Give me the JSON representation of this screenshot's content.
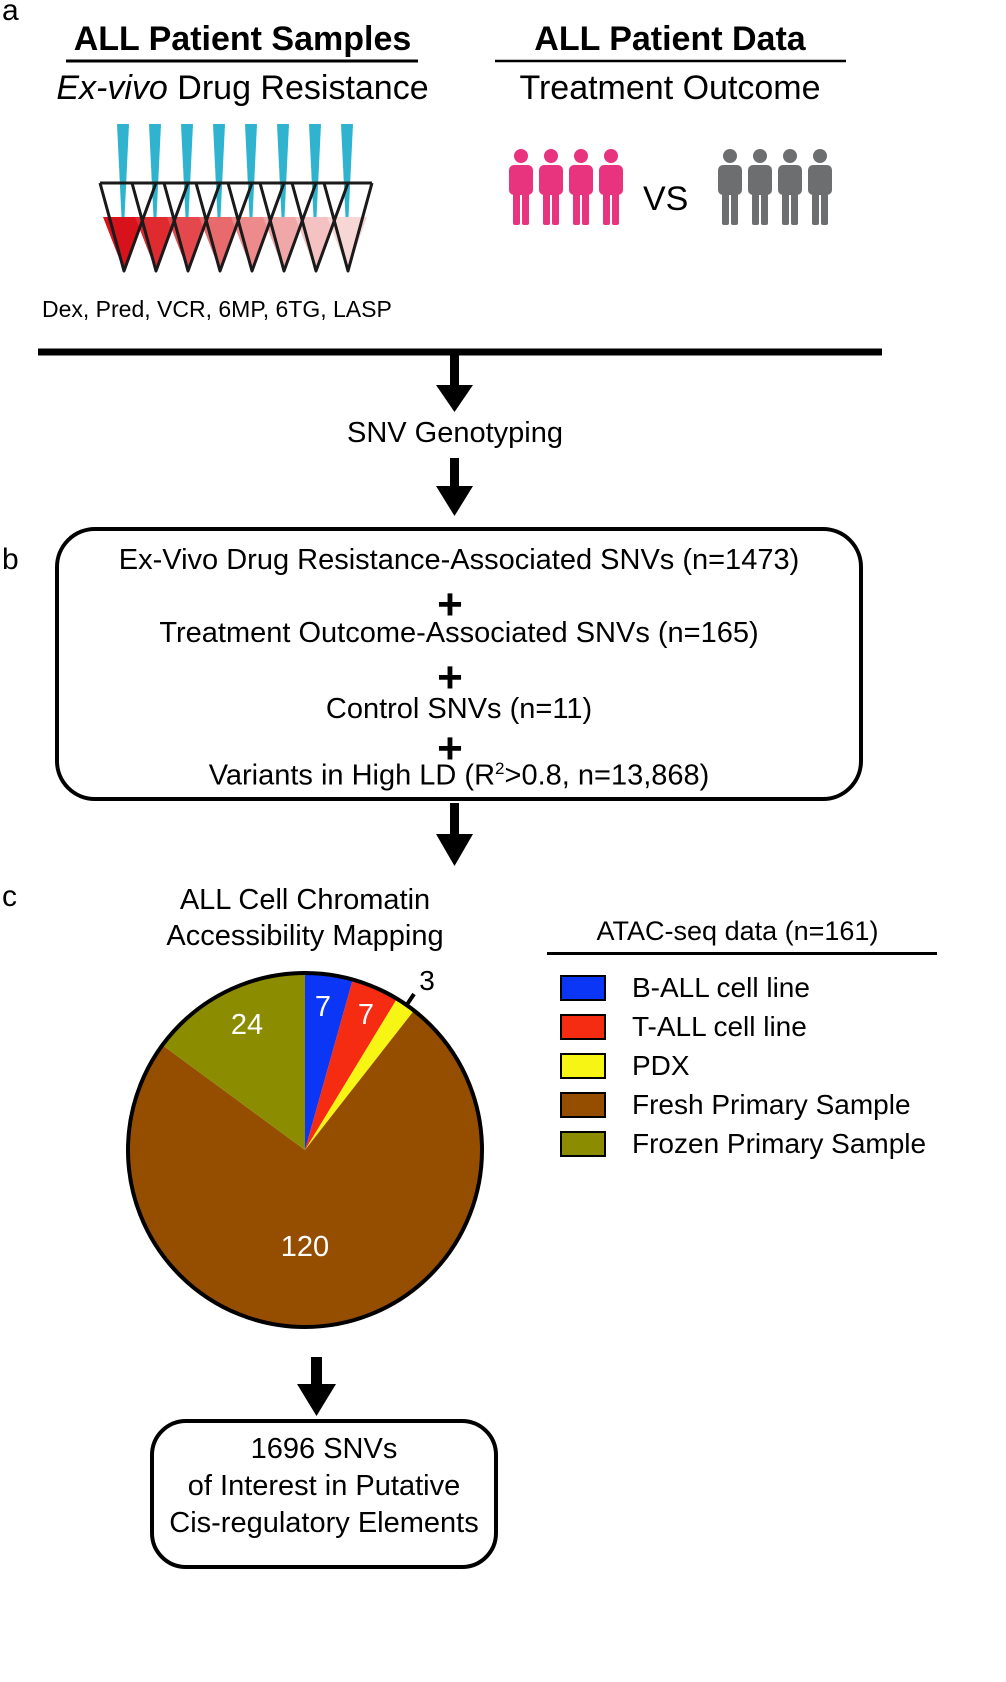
{
  "panels": {
    "a": "a",
    "b": "b",
    "c": "c"
  },
  "section_a": {
    "left_title": "ALL Patient Samples",
    "left_subtitle_italic": "Ex-vivo",
    "left_subtitle_rest": " Drug Resistance",
    "drugs": "Dex, Pred, VCR, 6MP, 6TG, LASP",
    "right_title": "ALL Patient Data",
    "right_subtitle": "Treatment Outcome",
    "vs": "VS",
    "group_colors": {
      "group1": "#e8337f",
      "group2": "#6d6e70"
    }
  },
  "flow": {
    "genotyping": "SNV Genotyping"
  },
  "section_b": {
    "line1": "Ex-Vivo Drug Resistance-Associated SNVs (n=1473)",
    "line2": "Treatment Outcome-Associated SNVs (n=165)",
    "line3": "Control SNVs (n=11)",
    "line4_a": "Variants in High LD (R",
    "line4_sup": "2",
    "line4_b": ">0.8, n=13,868)",
    "plus": "+"
  },
  "section_c": {
    "pie_title_1": "ALL Cell Chromatin",
    "pie_title_2": "Accessibility Mapping",
    "legend_title": "ATAC-seq data (n=161)",
    "legend": [
      {
        "label": "B-ALL cell line",
        "color": "#0c36f5"
      },
      {
        "label": "T-ALL cell line",
        "color": "#f52b12"
      },
      {
        "label": "PDX",
        "color": "#f7f513"
      },
      {
        "label": "Fresh Primary Sample",
        "color": "#954e00"
      },
      {
        "label": "Frozen Primary Sample",
        "color": "#8c8c00"
      }
    ],
    "pie_labels": {
      "b_all": "7",
      "t_all": "7",
      "pdx": "3",
      "fresh": "120",
      "frozen": "24"
    }
  },
  "chart_data": {
    "type": "pie",
    "categories": [
      "B-ALL cell line",
      "T-ALL cell line",
      "PDX",
      "Fresh Primary Sample",
      "Frozen Primary Sample"
    ],
    "values": [
      7,
      7,
      3,
      120,
      24
    ],
    "title": "ALL Cell Chromatin Accessibility Mapping"
  },
  "result": {
    "line1": "1696 SNVs",
    "line2": "of Interest in Putative",
    "line3": "Cis-regulatory Elements"
  }
}
